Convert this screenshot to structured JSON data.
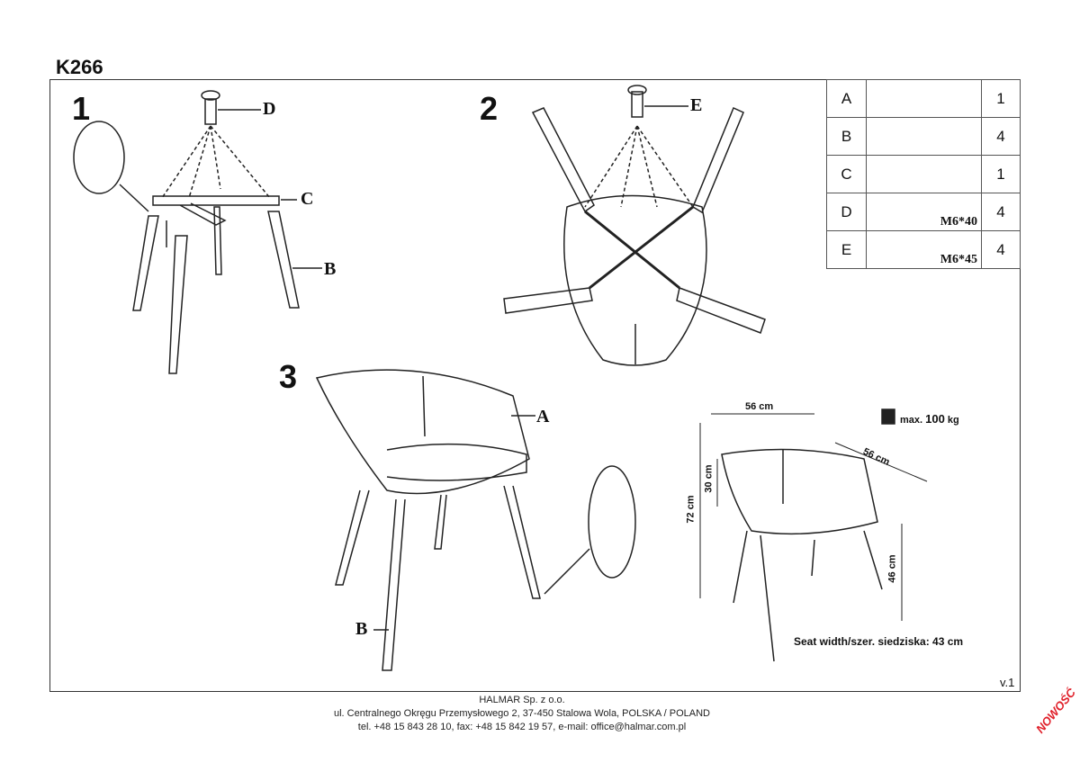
{
  "title": "K266",
  "steps": [
    "1",
    "2",
    "3"
  ],
  "labels": {
    "d": "D",
    "c": "C",
    "b": "B",
    "e": "E",
    "a": "A",
    "b2": "B"
  },
  "parts": [
    {
      "letter": "A",
      "spec": "",
      "qty": "1"
    },
    {
      "letter": "B",
      "spec": "",
      "qty": "4"
    },
    {
      "letter": "C",
      "spec": "",
      "qty": "1"
    },
    {
      "letter": "D",
      "spec": "M6*40",
      "qty": "4"
    },
    {
      "letter": "E",
      "spec": "M6*45",
      "qty": "4"
    }
  ],
  "dimensions": {
    "width": "56 cm",
    "depth": "56 cm",
    "height": "72 cm",
    "armrest": "30 cm",
    "seat_height": "46 cm",
    "max_load_prefix": "max.",
    "max_load": "100",
    "max_load_unit": "kg",
    "seat_width": "Seat width/szer. siedziska: 43 cm"
  },
  "version": "v.1",
  "footer": [
    "HALMAR Sp. z o.o.",
    "ul. Centralnego Okręgu Przemysłowego 2, 37-450 Stalowa Wola, POLSKA / POLAND",
    "tel. +48 15 843 28 10, fax: +48 15 842 19 57, e-mail: office@halmar.com.pl"
  ],
  "badge": "NOWOŚĆ"
}
